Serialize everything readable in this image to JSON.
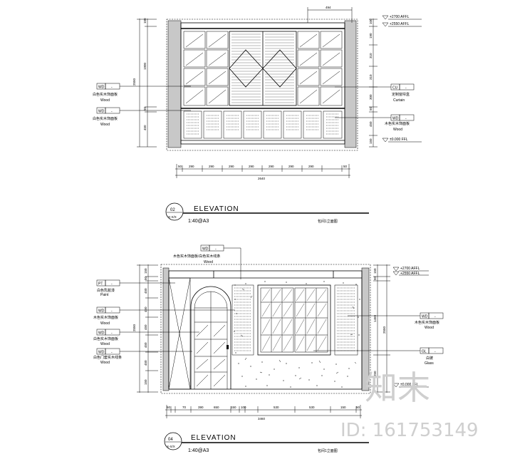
{
  "watermark": {
    "logo_text": "知末",
    "id_text": "ID: 161753149"
  },
  "elevation_02": {
    "title": "ELEVATION",
    "number": "02",
    "sheet": "X-X/X",
    "scale": "1:40@A3",
    "caption_cn": "包间1立面图",
    "top_dim": "494",
    "levels": [
      "+2700  AFFL",
      "+2550  AFFL",
      "±0.000 FFL"
    ],
    "left_tags": [
      {
        "code": "WD",
        "ref": "-",
        "desc": "白色实木饰面板",
        "mat": "Wood"
      },
      {
        "code": "WD",
        "ref": "-",
        "desc": "白色实木饰面板",
        "mat": "Wood"
      }
    ],
    "right_tags": [
      {
        "code": "CU",
        "ref": "-",
        "desc": "定制窗帘盒",
        "mat": "Curtain"
      },
      {
        "code": "WD",
        "ref": "-",
        "desc": "木色实木饰面板",
        "mat": "Wood"
      }
    ],
    "left_dims_outer": [
      "2550"
    ],
    "left_dims_inner": [
      "100",
      "1900",
      "50",
      "450"
    ],
    "right_dims": [
      "100",
      "190",
      "310",
      "310",
      "300",
      "50",
      "450",
      "150"
    ],
    "bottom_dims": [
      "50",
      "290",
      "290",
      "290",
      "290",
      "290",
      "290",
      "290",
      "50"
    ],
    "bottom_total": "2640"
  },
  "elevation_04": {
    "title": "ELEVATION",
    "number": "04",
    "sheet": "X-X/X",
    "scale": "1:40@A3",
    "caption_cn": "包间1立面图",
    "levels": [
      "+2700  AFFL",
      "+2550  AFFL",
      "±0.000 FFL"
    ],
    "top_tag": {
      "code": "WD",
      "ref": "-",
      "desc": "木色实木饰面板/白色实木线条",
      "mat": "Wood"
    },
    "left_tags": [
      {
        "code": "PT",
        "ref": "-",
        "desc": "白色乳胶漆",
        "mat": "Paint"
      },
      {
        "code": "WD",
        "ref": "-",
        "desc": "木色实木饰面板",
        "mat": "Wood"
      },
      {
        "code": "WD",
        "ref": "-",
        "desc": "白色实木饰面板",
        "mat": "Wood"
      },
      {
        "code": "WD",
        "ref": "-",
        "desc": "白色门套实木线条",
        "mat": "Wood"
      }
    ],
    "right_tags": [
      {
        "code": "WD",
        "ref": "-",
        "desc": "木色实木饰面板",
        "mat": "Wood"
      },
      {
        "code": "GL",
        "ref": "-",
        "desc": "白玻",
        "mat": "Glass"
      }
    ],
    "left_dims_outer": [
      "2550"
    ],
    "left_dims_inner": [
      "150",
      "50",
      "450",
      "450",
      "450",
      "450",
      "450",
      "150"
    ],
    "right_dims_outer": [
      "2550"
    ],
    "right_dims_inner": [
      "150",
      "50",
      "1450",
      "250"
    ],
    "bottom_dims": [
      "50",
      "70",
      "390",
      "650",
      "150",
      "100",
      "530",
      "530",
      "150",
      "50"
    ],
    "bottom_total": "3460"
  }
}
